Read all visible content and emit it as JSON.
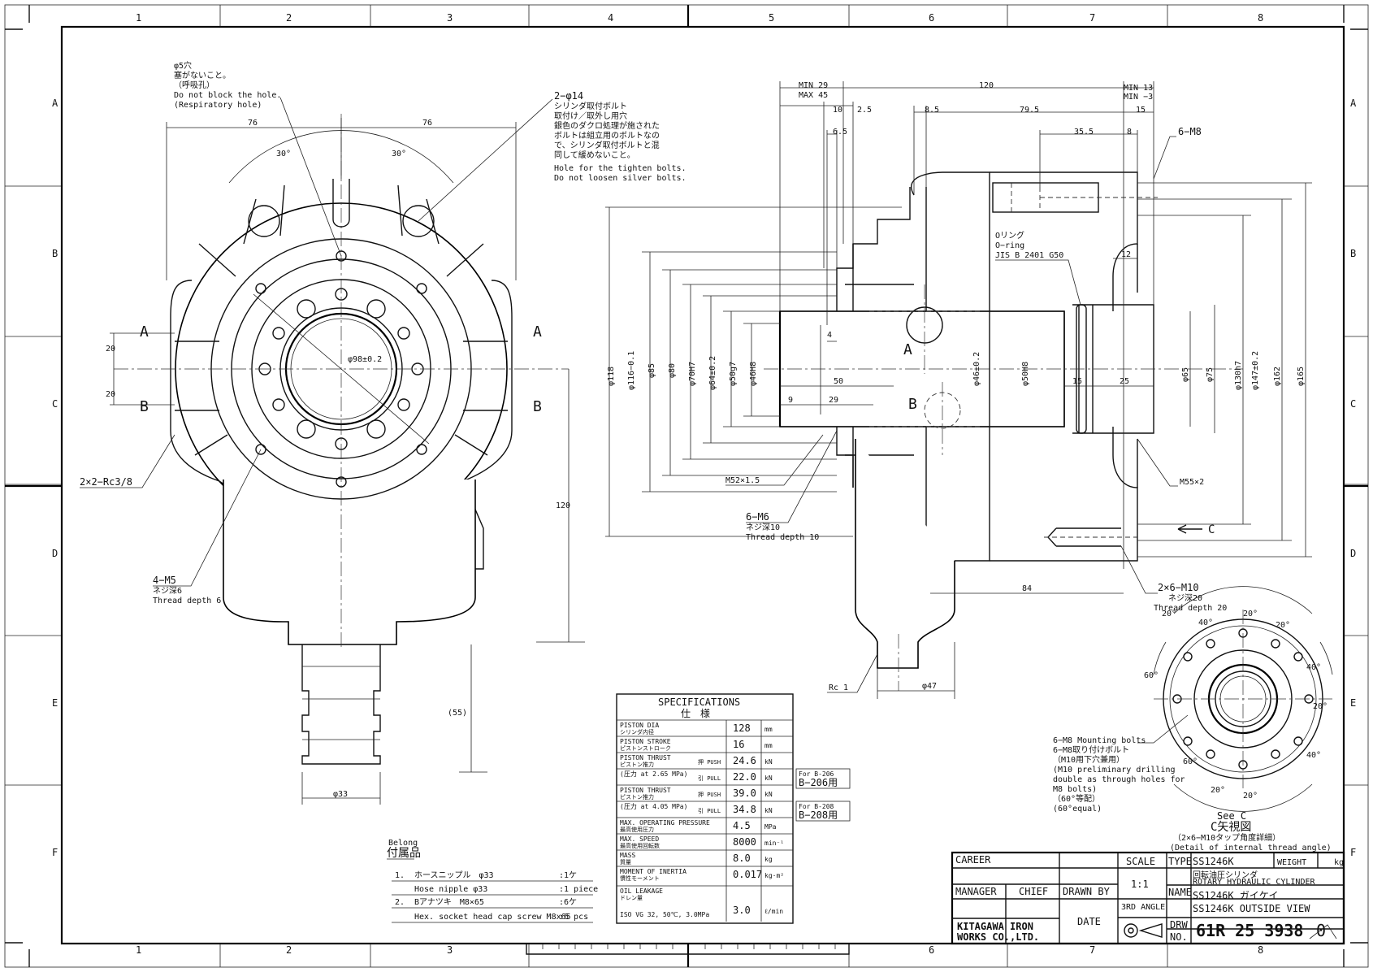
{
  "grid": {
    "columns": [
      "1",
      "2",
      "3",
      "4",
      "5",
      "6",
      "7",
      "8"
    ],
    "rows": [
      "A",
      "B",
      "C",
      "D",
      "E",
      "F"
    ]
  },
  "front_view": {
    "dims": [
      "76",
      "76",
      "30°",
      "30°",
      "20",
      "20",
      "120",
      "(55)",
      "φ33",
      "φ98±0.2"
    ],
    "section_letters": [
      "A",
      "A",
      "B",
      "B"
    ],
    "note_respiratory": [
      "φ5穴",
      "塞がないこと。",
      "（呼吸孔）",
      "Do not block the hole.",
      "(Respiratory hole)"
    ],
    "note_bolt_hole": [
      "2−φ14",
      "シリンダ取付ボルト",
      "取付け／取外し用穴",
      "銀色のダクロ処理が施された",
      "ボルトは組立用のボルトなの",
      "で、シリンダ取付ボルトと混",
      "同して緩めないこと。",
      "Hole for the tighten bolts.",
      "Do not loosen silver bolts."
    ],
    "note_rc": "2×2−Rc3/8",
    "note_m5": [
      "4−M5",
      "ネジ深6",
      "Thread depth 6"
    ]
  },
  "side_view": {
    "top_dims": [
      "MIN 29",
      "MAX 45",
      "120",
      "MIN 13",
      "MIN −3",
      "10",
      "2.5",
      "8.5",
      "79.5",
      "15",
      "6.5",
      "35.5",
      "8",
      "6−M8",
      "12"
    ],
    "dia_dims": [
      "φ118",
      "φ116−0.1",
      "φ85",
      "φ80",
      "φ70H7",
      "φ64±0.2",
      "φ50g7",
      "φ46H8",
      "φ46±0.2",
      "φ50H8",
      "φ65",
      "φ75",
      "φ130h7",
      "φ147±0.2",
      "φ162",
      "φ165"
    ],
    "inner_dims": [
      "4",
      "50",
      "9",
      "29",
      "15",
      "25",
      "84",
      "φ47"
    ],
    "ports": [
      "A",
      "B"
    ],
    "oring": [
      "Oリング",
      "O−ring",
      "JIS B 2401 G50"
    ],
    "m52": "M52×1.5",
    "m55": "M55×2",
    "m6": [
      "6−M6",
      "ネジ深10",
      "Thread depth 10"
    ],
    "m10": [
      "2×6−M10",
      "ネジ深20",
      "Thread depth 20"
    ],
    "rc1": "Rc 1",
    "arrow_c": "C"
  },
  "detail_view": {
    "angles": [
      "40°",
      "20°",
      "20°",
      "40°",
      "20°",
      "20°",
      "40°",
      "20°",
      "20°",
      "60°",
      "60°"
    ],
    "note": [
      "6−M8 Mounting bolts",
      "6−M8取り付けボルト",
      "（M10用下穴兼用）",
      "(M10 preliminary drilling",
      "double as through holes for",
      "M8 bolts)",
      "（60°等配）",
      "(60°equal)"
    ],
    "caption": [
      "See C",
      "C矢視図",
      "（2×6−M10タップ角度詳細）",
      "(Detail of internal thread angle)"
    ]
  },
  "specifications": {
    "title": "SPECIFICATIONS",
    "title_jp": "仕　様",
    "rows": [
      {
        "label": "PISTON DIA",
        "label_jp": "シリンダ内径",
        "sub": "",
        "value": "128",
        "unit": "mm"
      },
      {
        "label": "PISTON STROKE",
        "label_jp": "ピストンストローク",
        "sub": "",
        "value": "16",
        "unit": "mm"
      },
      {
        "label": "PISTON THRUST",
        "label_jp": "ピストン推力",
        "sub": "押 PUSH",
        "value": "24.6",
        "unit": "kN"
      },
      {
        "label": "(圧力 at 2.65 MPa)",
        "label_jp": "",
        "sub": "引 PULL",
        "value": "22.0",
        "unit": "kN"
      },
      {
        "label": "PISTON THRUST",
        "label_jp": "ピストン推力",
        "sub": "押 PUSH",
        "value": "39.0",
        "unit": "kN"
      },
      {
        "label": "(圧力 at 4.05 MPa)",
        "label_jp": "",
        "sub": "引 PULL",
        "value": "34.8",
        "unit": "kN"
      },
      {
        "label": "MAX. OPERATING PRESSURE",
        "label_jp": "最高使用圧力",
        "sub": "",
        "value": "4.5",
        "unit": "MPa"
      },
      {
        "label": "MAX. SPEED",
        "label_jp": "最高使用回転数",
        "sub": "",
        "value": "8000",
        "unit": "min⁻¹"
      },
      {
        "label": "MASS",
        "label_jp": "質量",
        "sub": "",
        "value": "8.0",
        "unit": "kg"
      },
      {
        "label": "MOMENT OF INERTIA",
        "label_jp": "慣性モーメント",
        "sub": "",
        "value": "0.017",
        "unit": "kg·m²"
      },
      {
        "label": "OIL LEAKAGE",
        "label_jp": "ドレン量",
        "sub": "ISO VG 32, 50℃, 3.0MPa",
        "value": "3.0",
        "unit": "ℓ/min"
      }
    ],
    "for_b206": [
      "For B-206",
      "B−206用"
    ],
    "for_b208": [
      "For B-208",
      "B−208用"
    ]
  },
  "accessories": {
    "title": "Belong",
    "title_jp": "付属品",
    "items": [
      {
        "num": "1.",
        "name_jp": "ホースニップル　φ33",
        "qty_jp": ":1ケ",
        "name_en": "Hose nipple φ33",
        "qty_en": ":1 piece"
      },
      {
        "num": "2.",
        "name_jp": "Bアナツキ　M8×65",
        "qty_jp": ":6ケ",
        "name_en": "Hex. socket head cap screw M8x65",
        "qty_en": ":6 pcs"
      }
    ]
  },
  "title_block": {
    "career": "CAREER",
    "scale_label": "SCALE",
    "scale_value": "1:1",
    "type_label": "TYPE",
    "type_value": "SS1246K",
    "weight_label": "WEIGHT",
    "weight_unit": "kg",
    "manager": "MANAGER",
    "chief": "CHIEF",
    "drawn_by": "DRAWN BY",
    "name_label": "NAME",
    "name_jp": "回転油圧シリンダ",
    "name_line1": "ROTARY HYDRAULIC CYLINDER",
    "name_line2": "SS1246K ガイケイ",
    "name_line3": "SS1246K OUTSIDE VIEW",
    "projection": "3RD ANGLE",
    "date": "DATE",
    "company_line1": "KITAGAWA IRON",
    "company_line2": "WORKS CO.,LTD.",
    "drw_label": "DRW",
    "no_label": "NO.",
    "drw_number": "61R 25 3938",
    "revision": "0"
  }
}
